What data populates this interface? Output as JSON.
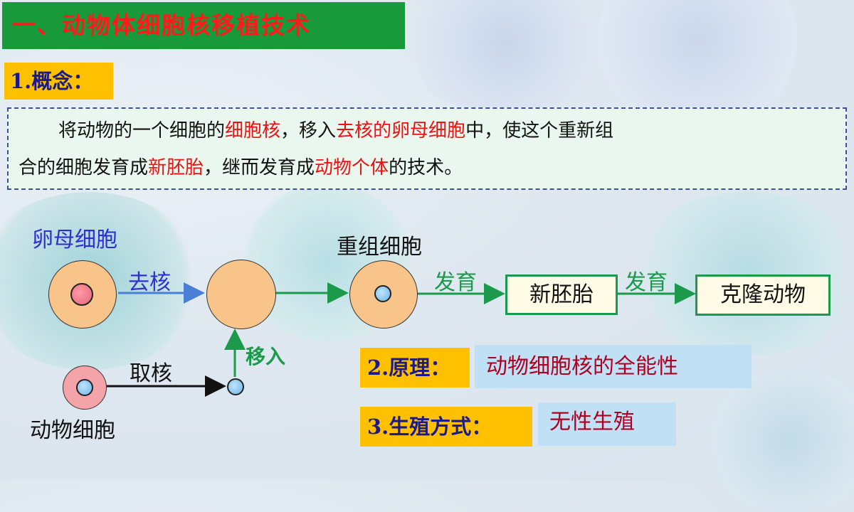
{
  "title": "一、动物体细胞核移植技术",
  "concept_tag": "1.概念：",
  "concept": {
    "p1": "将动物的一个细胞的",
    "r1": "细胞核",
    "p2": "，移入",
    "r2": "去核的卵母细胞",
    "p3": "中，使这个重新组",
    "p4": "合的细胞发育成",
    "r3": "新胚胎",
    "p5": "，继而发育成",
    "r4": "动物个体",
    "p6": "的技术。"
  },
  "diagram": {
    "oocyte_label": "卵母细胞",
    "remove_nucleus": "去核",
    "recombined_label": "重组细胞",
    "develop1": "发育",
    "embryo": "新胚胎",
    "develop2": "发育",
    "clone": "克隆动物",
    "extract_nucleus": "取核",
    "transfer": "移入",
    "somatic_label": "动物细胞"
  },
  "principle": {
    "tag": "2.原理：",
    "value": "动物细胞核的全能性"
  },
  "reproduction": {
    "tag": "3.生殖方式：",
    "value": "无性生殖"
  },
  "colors": {
    "title_bg": "#199a3a",
    "title_text": "#ff1a1a",
    "tag_bg": "#ffc000",
    "arrow_blue": "#4a7fd8",
    "arrow_green": "#1a9a4a",
    "cell_fill": "#f8c48a"
  }
}
